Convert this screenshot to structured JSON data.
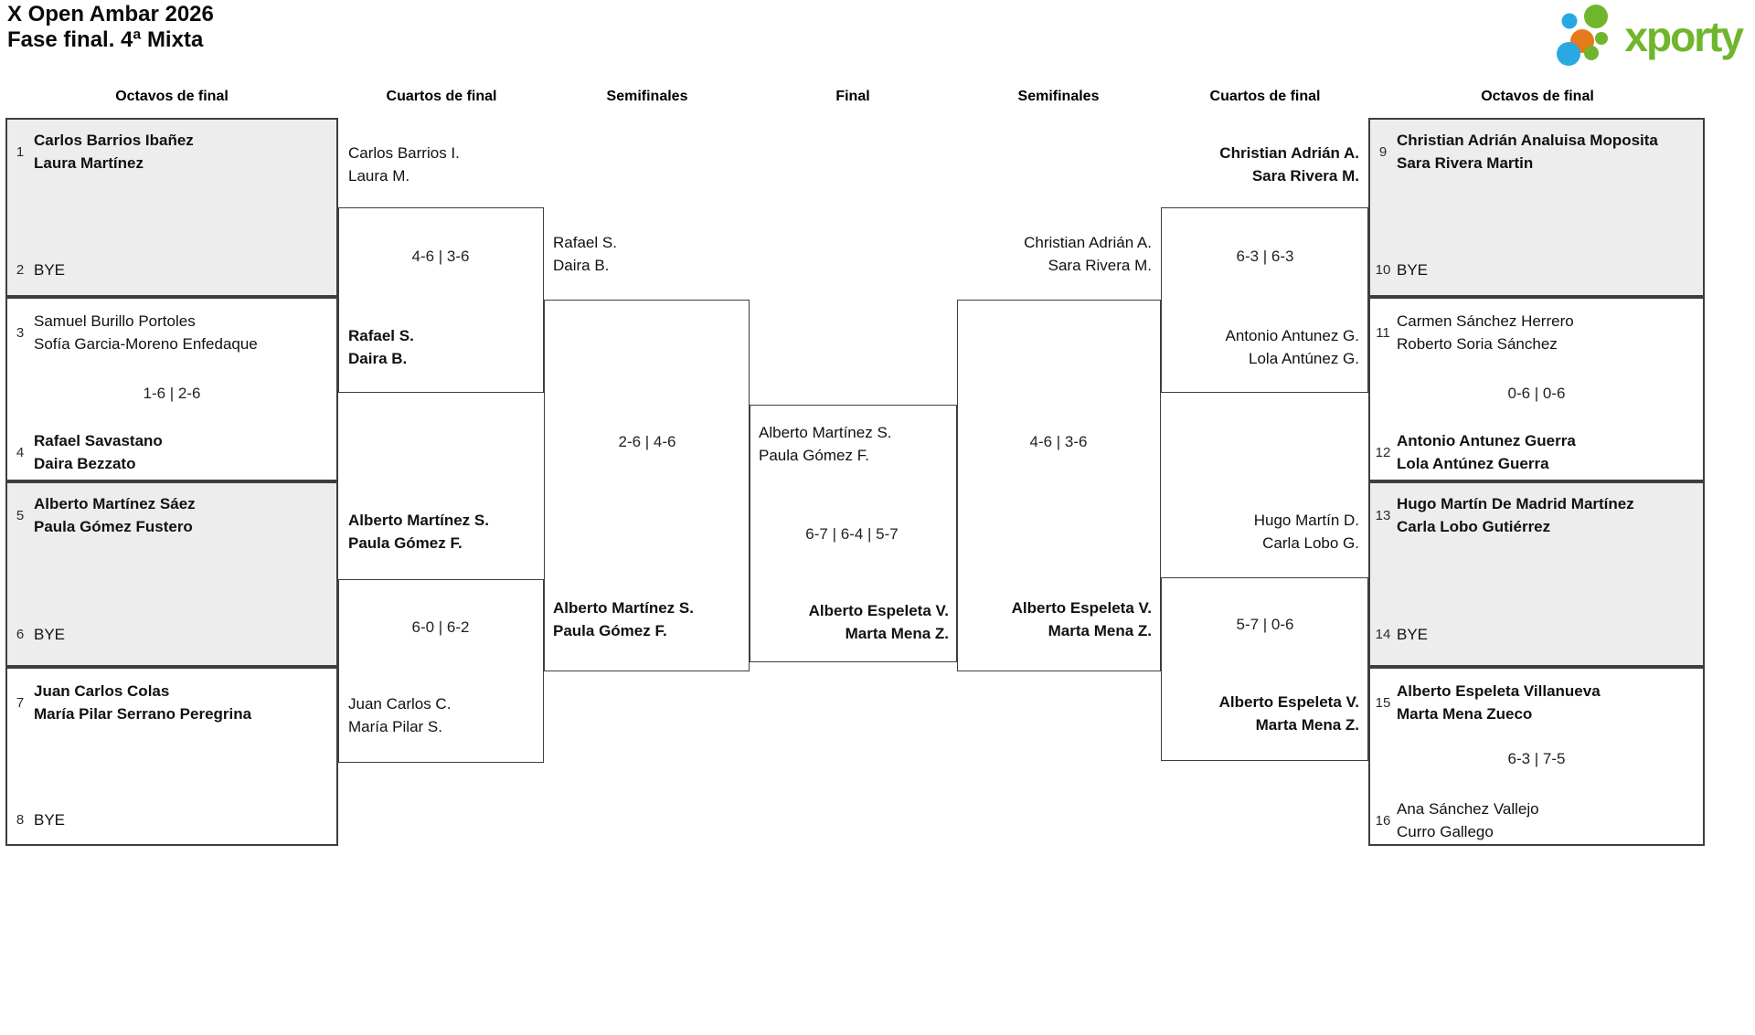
{
  "header": {
    "title_line1": "X Open Ambar 2026",
    "title_line2": "Fase final. 4ª Mixta"
  },
  "logo": {
    "wordmark": "xporty",
    "green": "#70b62c",
    "blue": "#29a9e1",
    "orange": "#e8791c"
  },
  "rounds": {
    "octavos": "Octavos de final",
    "cuartos": "Cuartos de final",
    "semifinales": "Semifinales",
    "final": "Final"
  },
  "octavos": [
    {
      "seed": "1",
      "line1": "Carlos Barrios Ibañez",
      "line2": "Laura Martínez",
      "winner": true
    },
    {
      "seed": "2",
      "line1": "BYE",
      "line2": "",
      "winner": false
    },
    {
      "seed": "3",
      "line1": "Samuel Burillo Portoles",
      "line2": "Sofía Garcia-Moreno Enfedaque",
      "winner": false
    },
    {
      "seed": "4",
      "line1": "Rafael Savastano",
      "line2": "Daira Bezzato",
      "winner": true
    },
    {
      "seed": "5",
      "line1": "Alberto Martínez Sáez",
      "line2": "Paula Gómez Fustero",
      "winner": true
    },
    {
      "seed": "6",
      "line1": "BYE",
      "line2": "",
      "winner": false
    },
    {
      "seed": "7",
      "line1": "Juan Carlos Colas",
      "line2": "María Pilar Serrano Peregrina",
      "winner": true
    },
    {
      "seed": "8",
      "line1": "BYE",
      "line2": "",
      "winner": false
    },
    {
      "seed": "9",
      "line1": "Christian Adrián Analuisa Moposita",
      "line2": "Sara Rivera Martin",
      "winner": true
    },
    {
      "seed": "10",
      "line1": "BYE",
      "line2": "",
      "winner": false
    },
    {
      "seed": "11",
      "line1": "Carmen Sánchez Herrero",
      "line2": "Roberto Soria Sánchez",
      "winner": false
    },
    {
      "seed": "12",
      "line1": "Antonio Antunez Guerra",
      "line2": "Lola Antúnez Guerra",
      "winner": true
    },
    {
      "seed": "13",
      "line1": "Hugo Martín De Madrid Martínez",
      "line2": "Carla Lobo Gutiérrez",
      "winner": true
    },
    {
      "seed": "14",
      "line1": "BYE",
      "line2": "",
      "winner": false
    },
    {
      "seed": "15",
      "line1": "Alberto Espeleta Villanueva",
      "line2": "Marta Mena Zueco",
      "winner": true
    },
    {
      "seed": "16",
      "line1": "Ana Sánchez Vallejo",
      "line2": "Curro Gallego",
      "winner": false
    }
  ],
  "octavos_scores": {
    "m_3_4": "1-6 | 2-6",
    "m_11_12": "0-6 | 0-6",
    "m_15_16": "6-3 | 7-5"
  },
  "cuartos": {
    "qf1": {
      "top": {
        "line1": "Carlos Barrios I.",
        "line2": "Laura M."
      },
      "score": "4-6 | 3-6",
      "bottom": {
        "line1": "Rafael S.",
        "line2": "Daira B."
      }
    },
    "qf2": {
      "top": {
        "line1": "Alberto Martínez S.",
        "line2": "Paula Gómez F."
      },
      "score": "6-0 | 6-2",
      "bottom": {
        "line1": "Juan Carlos C.",
        "line2": "María Pilar S."
      }
    },
    "qf3": {
      "top": {
        "line1": "Christian Adrián A.",
        "line2": "Sara Rivera M."
      },
      "score": "6-3 | 6-3",
      "bottom": {
        "line1": "Antonio Antunez G.",
        "line2": "Lola Antúnez G."
      }
    },
    "qf4": {
      "top": {
        "line1": "Hugo Martín D.",
        "line2": "Carla Lobo G."
      },
      "score": "5-7 | 0-6",
      "bottom": {
        "line1": "Alberto Espeleta V.",
        "line2": "Marta Mena Z."
      }
    }
  },
  "semifinales": {
    "left": {
      "top": {
        "line1": "Rafael S.",
        "line2": "Daira B."
      },
      "score": "2-6 | 4-6",
      "bottom": {
        "line1": "Alberto Martínez S.",
        "line2": "Paula Gómez F."
      }
    },
    "right": {
      "top": {
        "line1": "Christian Adrián A.",
        "line2": "Sara Rivera M."
      },
      "score": "4-6 | 3-6",
      "bottom": {
        "line1": "Alberto Espeleta V.",
        "line2": "Marta Mena Z."
      }
    }
  },
  "final": {
    "top": {
      "line1": "Alberto Martínez S.",
      "line2": "Paula Gómez F."
    },
    "score": "6-7 | 6-4 | 5-7",
    "bottom": {
      "line1": "Alberto Espeleta V.",
      "line2": "Marta Mena Z."
    }
  }
}
